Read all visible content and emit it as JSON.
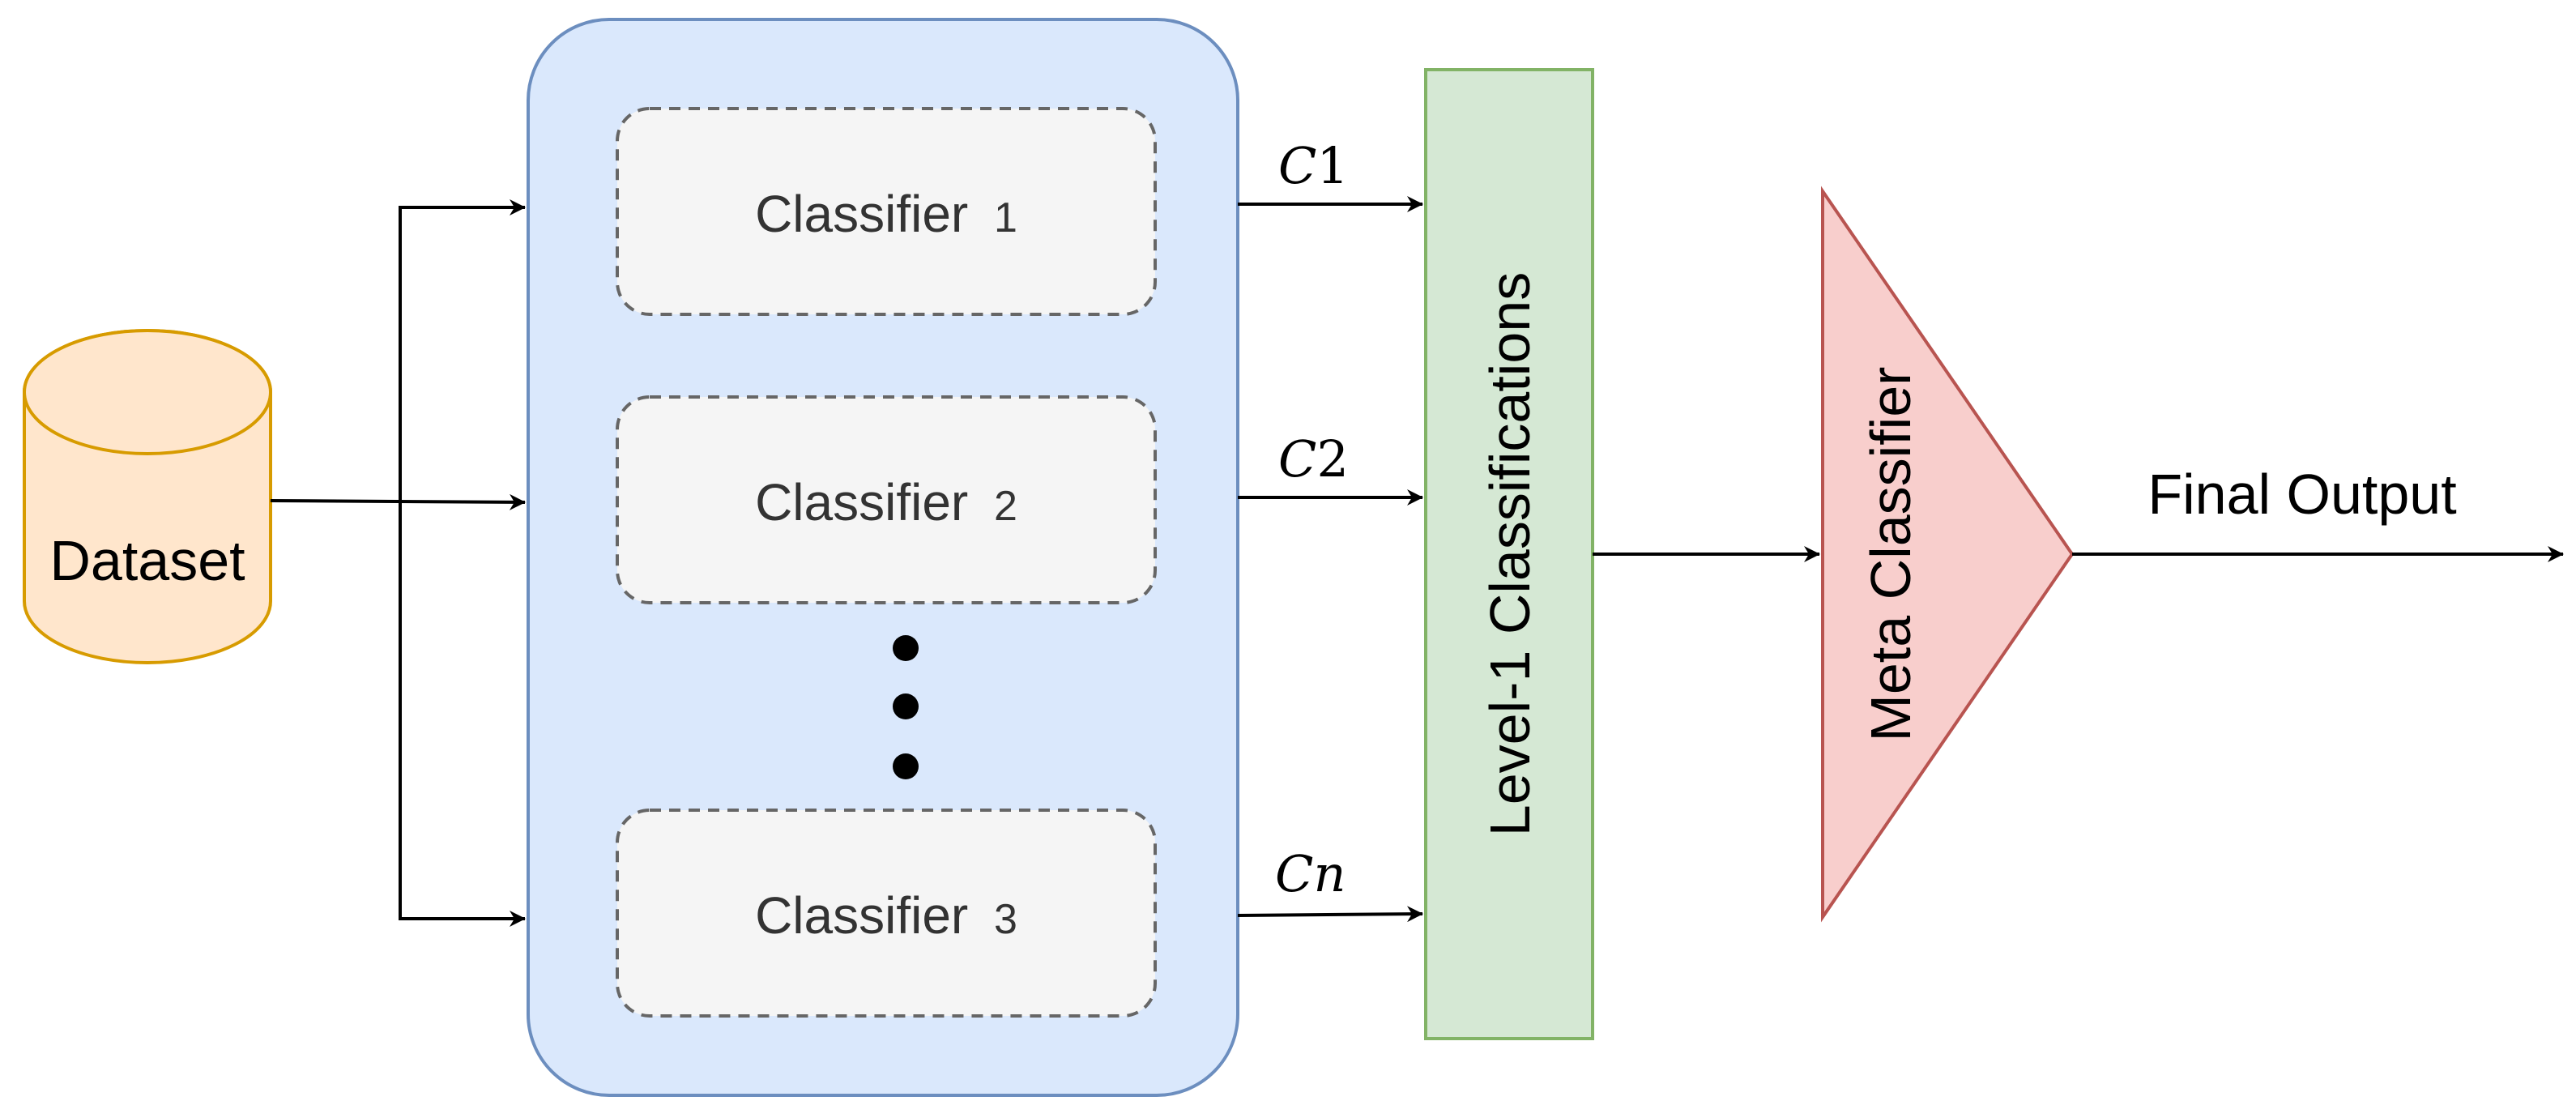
{
  "dataset": {
    "label": "Dataset",
    "fill": "#ffe6cc",
    "stroke": "#d79b00"
  },
  "ensemble": {
    "fill": "#dae8fc",
    "stroke": "#6c8ebf",
    "classifiers": [
      {
        "word": "Classifier",
        "num": "1"
      },
      {
        "word": "Classifier",
        "num": "2"
      },
      {
        "word": "Classifier",
        "num": "3"
      }
    ],
    "classifier_fill": "#f5f5f5",
    "classifier_stroke": "#666666"
  },
  "edges": [
    {
      "var": "C",
      "sub": "1"
    },
    {
      "var": "C",
      "sub": "2"
    },
    {
      "var": "C",
      "sub": "n"
    }
  ],
  "level1": {
    "label": "Level-1 Classifications",
    "fill": "#d5e8d4",
    "stroke": "#82b366"
  },
  "meta": {
    "label": "Meta Classifier",
    "fill": "#f8cecc",
    "stroke": "#b85450"
  },
  "output": {
    "label": "Final Output"
  }
}
